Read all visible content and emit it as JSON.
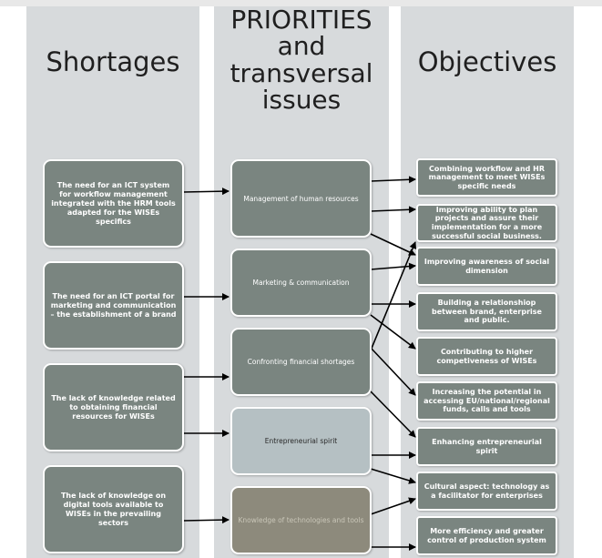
{
  "titles": {
    "shortages": "Shortages",
    "priorities": "PRIORITIES and transversal issues",
    "objectives": "Objectives"
  },
  "shortages": [
    "The need for an ICT system for workflow management integrated with the HRM tools adapted for the WISEs specifics",
    "The need for an ICT portal for marketing and communication – the establishment of a brand",
    "The lack of knowledge related to obtaining financial resources for WISEs",
    "The lack of knowledge on digital tools available to WISEs in the prevailing sectors"
  ],
  "priorities": [
    "Management of human resources",
    "Marketing & communication",
    "Confronting financial shortages",
    "Entrepreneurial spirit",
    "Knowledge of technologies and tools"
  ],
  "objectives": [
    "Combining workflow and HR management to meet WISEs specific needs",
    "Improving  ability to plan projects and assure their implementation for a more successful social business.",
    "Improving awareness of social dimension",
    "Building a relationshiop between brand, enterprise and public.",
    "Contributing to higher competiveness of WISEs",
    "Increasing the potential in accessing EU/national/regional funds, calls and tools",
    "Enhancing entrepreneurial spirit",
    "Cultural aspect: technology as a facilitator for enterprises",
    "More efficiency and greater control of production system"
  ],
  "colors": {
    "column_bg": "#d7dadc",
    "box_fill": "#7a8580",
    "entrepreneurial_fill": "#b5c0c3",
    "technologies_fill": "#8d8a7c",
    "arrow": "#000000"
  }
}
